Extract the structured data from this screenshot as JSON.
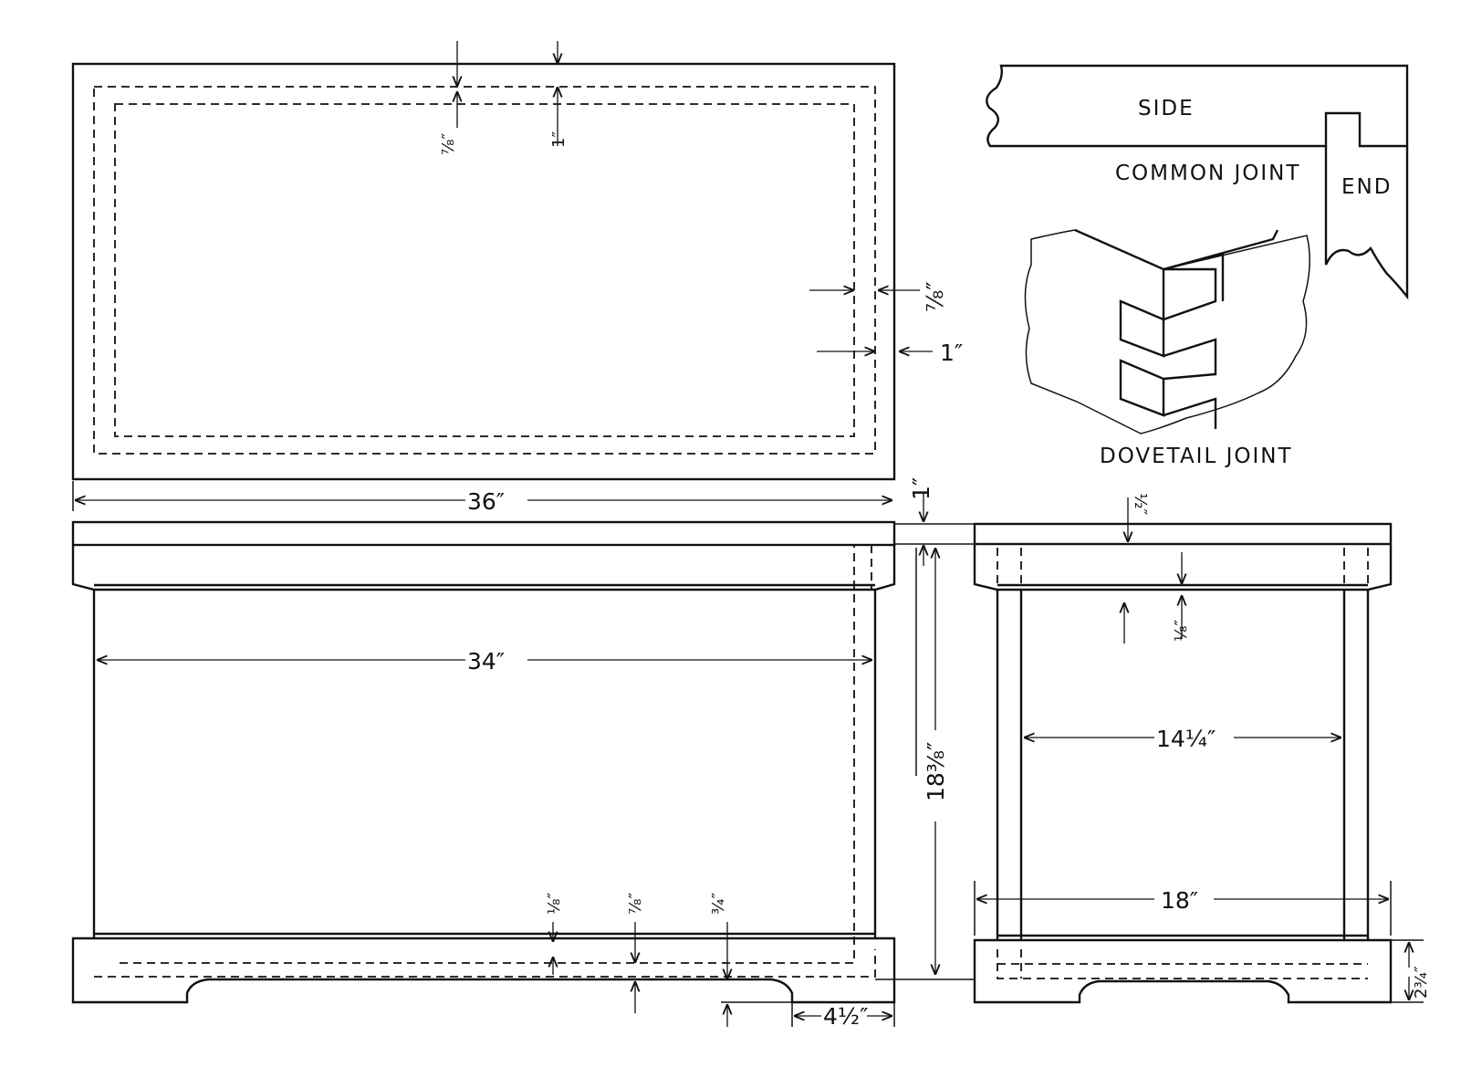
{
  "labels": {
    "side": "SIDE",
    "end": "END",
    "common_joint": "COMMON JOINT",
    "dovetail_joint": "DOVETAIL JOINT"
  },
  "dimensions": {
    "top_width": "36″",
    "inner_width": "34″",
    "end_inner_width": "14¼″",
    "end_width": "18″",
    "height": "18⅜″",
    "lid_thickness": "1″",
    "lid_margin_7_8": "⅞″",
    "lid_margin_1": "1″",
    "lid_edge_7_8": "⅞″",
    "lid_edge_1": "1″",
    "top_rail_1_8": "⅛″",
    "lid_half": "½″",
    "base_1_8": "⅛″",
    "base_7_8": "⅞″",
    "base_3_4": "¾″",
    "foot_4_half": "4½″",
    "base_height": "2¾″"
  }
}
